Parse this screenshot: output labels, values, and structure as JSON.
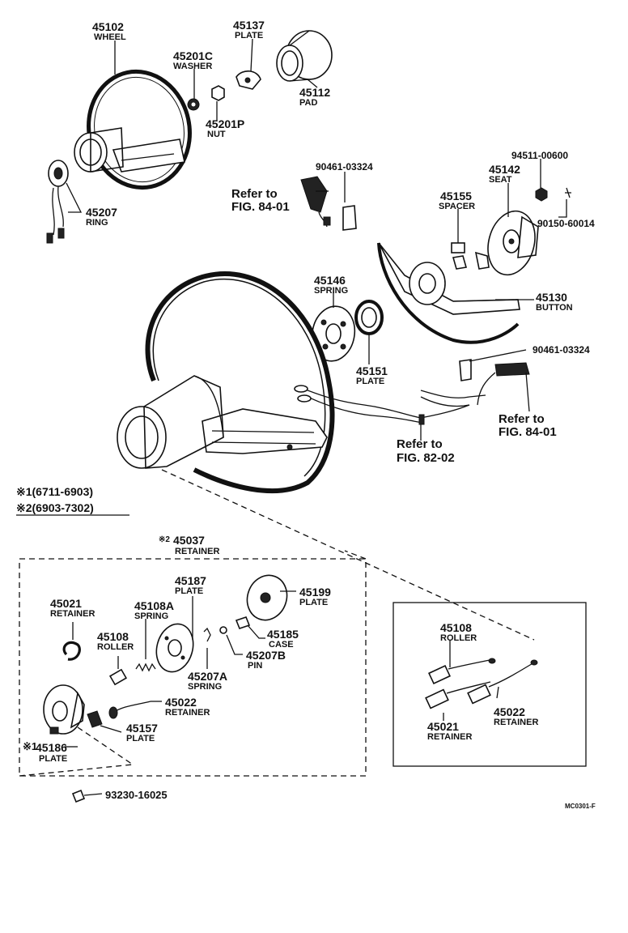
{
  "labels": {
    "wheel_top": {
      "num": "45102",
      "name": "WHEEL"
    },
    "plate_45137": {
      "num": "45137",
      "name": "PLATE"
    },
    "washer_45201c": {
      "num": "45201C",
      "name": "WASHER"
    },
    "nut_45201p": {
      "num": "45201P",
      "name": "NUT"
    },
    "pad_45112": {
      "num": "45112",
      "name": "PAD"
    },
    "ring_45207": {
      "num": "45207",
      "name": "RING"
    },
    "screw_top": {
      "num": "90461-03324"
    },
    "seat_94511": {
      "num": "94511-00600"
    },
    "seat_45142": {
      "num": "45142",
      "name": "SEAT"
    },
    "spacer_45155": {
      "num": "45155",
      "name": "SPACER"
    },
    "screw_90150": {
      "num": "90150-60014"
    },
    "spring_45146": {
      "num": "45146",
      "name": "SPRING"
    },
    "button_45130": {
      "num": "45130",
      "name": "BUTTON"
    },
    "plate_45151": {
      "num": "45151",
      "name": "PLATE"
    },
    "screw_mid": {
      "num": "90461-03324"
    },
    "ret_45037": {
      "num": "45037",
      "name": "RETAINER",
      "mark": "※2"
    },
    "ret_45021": {
      "num": "45021",
      "name": "RETAINER"
    },
    "spring_45108a": {
      "num": "45108A",
      "name": "SPRING"
    },
    "plate_45187": {
      "num": "45187",
      "name": "PLATE"
    },
    "plate_45199": {
      "num": "45199",
      "name": "PLATE"
    },
    "roller_45108": {
      "num": "45108",
      "name": "ROLLER"
    },
    "case_45185": {
      "num": "45185",
      "name": "CASE"
    },
    "pin_45207b": {
      "num": "45207B",
      "name": "PIN"
    },
    "spring_45207a": {
      "num": "45207A",
      "name": "SPRING"
    },
    "ret_45022": {
      "num": "45022",
      "name": "RETAINER"
    },
    "plate_45157": {
      "num": "45157",
      "name": "PLATE"
    },
    "plate_45186": {
      "num": "45186",
      "name": "PLATE",
      "mark": "※1"
    },
    "bolt_93230": {
      "num": "93230-16025"
    },
    "box_roller": {
      "num": "45108",
      "name": "ROLLER"
    },
    "box_ret_45021": {
      "num": "45021",
      "name": "RETAINER"
    },
    "box_ret_45022": {
      "num": "45022",
      "name": "RETAINER"
    }
  },
  "refs": {
    "ref_upper": {
      "line1": "Refer to",
      "line2": "FIG. 84-01"
    },
    "ref_right": {
      "line1": "Refer to",
      "line2": "FIG. 84-01"
    },
    "ref_bottom": {
      "line1": "Refer to",
      "line2": "FIG. 82-02"
    }
  },
  "notes": {
    "note1": "※1(6711-6903)",
    "note2": "※2(6903-7302)",
    "code": "MC0301-F"
  }
}
